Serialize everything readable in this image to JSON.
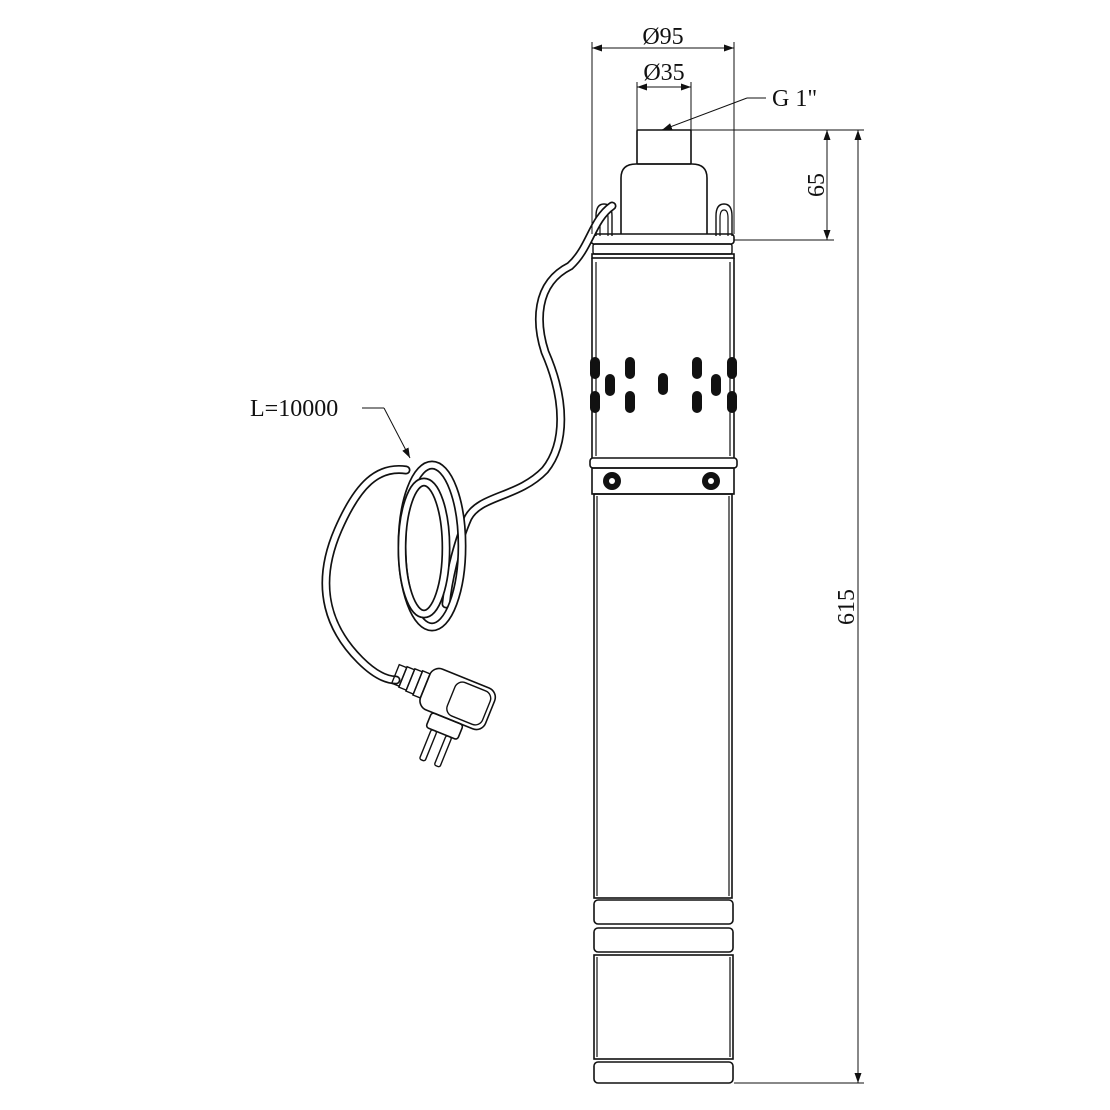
{
  "drawing": {
    "dimensions": {
      "outer_diameter": "Ø95",
      "outlet_diameter": "Ø35",
      "thread": "G 1\"",
      "head_height": "65",
      "total_height": "615",
      "cable_length": "L=10000"
    },
    "colors": {
      "line": "#111111",
      "background": "#ffffff"
    }
  }
}
